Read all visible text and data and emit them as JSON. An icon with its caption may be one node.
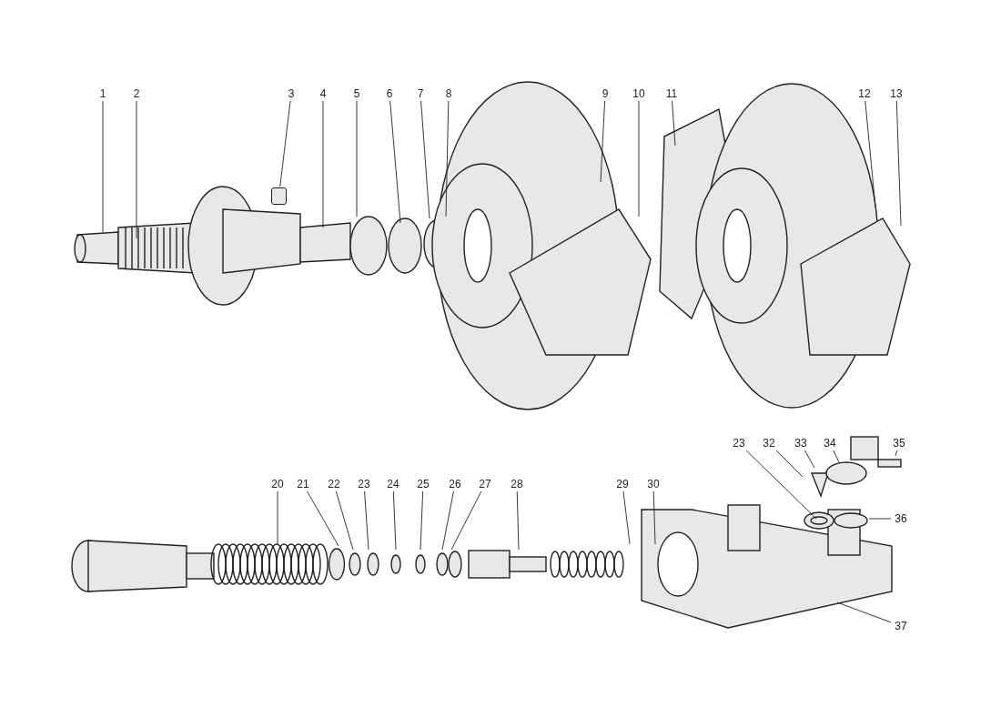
{
  "diagram": {
    "nodes": [
      {
        "text": [
          "1"
        ]
      },
      {
        "text": [
          "2"
        ]
      },
      {
        "text": [
          "3"
        ]
      },
      {
        "text": [
          "4"
        ]
      },
      {
        "text": [
          "5"
        ]
      },
      {
        "text": [
          "6"
        ]
      },
      {
        "text": [
          "7"
        ]
      },
      {
        "text": [
          "8"
        ]
      },
      {
        "text": [
          "9"
        ]
      },
      {
        "text": [
          "10"
        ]
      },
      {
        "text": [
          "11"
        ]
      },
      {
        "text": [
          "12"
        ]
      },
      {
        "text": [
          "13"
        ]
      },
      {
        "text": [
          "20"
        ]
      },
      {
        "text": [
          "21"
        ]
      },
      {
        "text": [
          "22"
        ]
      },
      {
        "text": [
          "23"
        ]
      },
      {
        "text": [
          "24"
        ]
      },
      {
        "text": [
          "25"
        ]
      },
      {
        "text": [
          "26"
        ]
      },
      {
        "text": [
          "27"
        ]
      },
      {
        "text": [
          "28"
        ]
      },
      {
        "text": [
          "29"
        ]
      },
      {
        "text": [
          "30"
        ]
      },
      {
        "text": [
          "23"
        ]
      },
      {
        "text": [
          "32"
        ]
      },
      {
        "text": [
          "33"
        ]
      },
      {
        "text": [
          "34"
        ]
      },
      {
        "text": [
          "35"
        ]
      },
      {
        "text": [
          "36"
        ]
      },
      {
        "text": [
          "37"
        ]
      },
      {
        "text": [],
        "shape": "box"
      }
    ],
    "edges": [
      {
        "from": 0,
        "to": null,
        "arrow": "none"
      },
      {
        "from": 1,
        "to": null,
        "arrow": "none"
      },
      {
        "from": 2,
        "to": 31,
        "arrow": "none"
      },
      {
        "from": 3,
        "to": null,
        "arrow": "none"
      },
      {
        "from": 4,
        "to": null,
        "arrow": "none"
      },
      {
        "from": 5,
        "to": null,
        "arrow": "none"
      },
      {
        "from": 6,
        "to": null,
        "arrow": "none"
      },
      {
        "from": 7,
        "to": null,
        "arrow": "none"
      },
      {
        "from": 8,
        "to": null,
        "arrow": "none"
      },
      {
        "from": 9,
        "to": null,
        "arrow": "none"
      },
      {
        "from": 10,
        "to": null,
        "arrow": "none"
      },
      {
        "from": 11,
        "to": null,
        "arrow": "none"
      },
      {
        "from": 12,
        "to": null,
        "arrow": "none"
      },
      {
        "from": 13,
        "to": null,
        "arrow": "none"
      },
      {
        "from": 14,
        "to": null,
        "arrow": "none"
      },
      {
        "from": 15,
        "to": null,
        "arrow": "none"
      },
      {
        "from": 16,
        "to": null,
        "arrow": "none"
      },
      {
        "from": 17,
        "to": null,
        "arrow": "none"
      },
      {
        "from": 18,
        "to": null,
        "arrow": "none"
      },
      {
        "from": 19,
        "to": null,
        "arrow": "none"
      },
      {
        "from": 20,
        "to": null,
        "arrow": "none"
      },
      {
        "from": 21,
        "to": null,
        "arrow": "none"
      },
      {
        "from": 22,
        "to": null,
        "arrow": "none"
      },
      {
        "from": 23,
        "to": null,
        "arrow": "none"
      },
      {
        "from": 24,
        "to": null,
        "arrow": "none"
      },
      {
        "from": 25,
        "to": null,
        "arrow": "none"
      },
      {
        "from": 26,
        "to": null,
        "arrow": "none"
      },
      {
        "from": 27,
        "to": null,
        "arrow": "none"
      },
      {
        "from": 28,
        "to": null,
        "arrow": "none"
      },
      {
        "from": 29,
        "to": null,
        "arrow": "none"
      },
      {
        "from": 30,
        "to": null,
        "arrow": "none"
      }
    ]
  }
}
